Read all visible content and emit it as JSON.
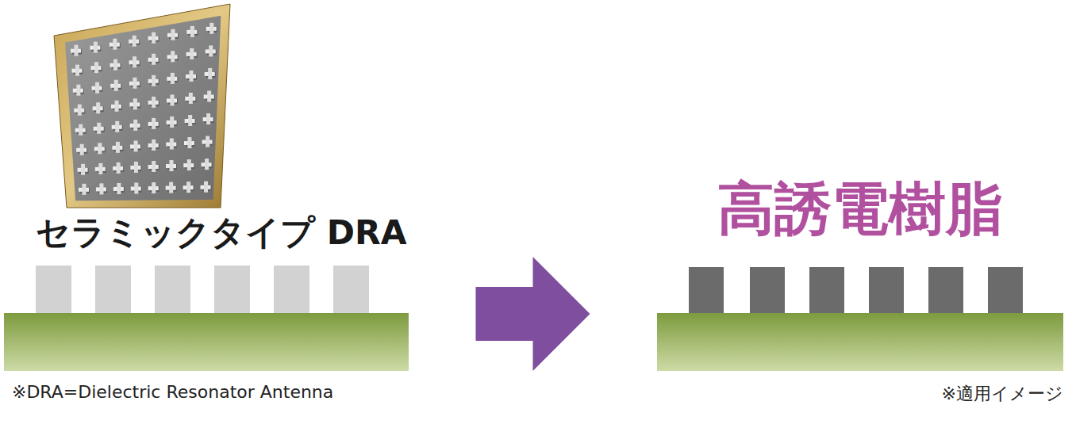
{
  "diagram": {
    "nodes": [
      {
        "text": [
          "セラミックタイプ DRA"
        ]
      },
      {
        "text": [
          "高誘電樹脂"
        ]
      }
    ],
    "edges": [
      {
        "from": 0,
        "to": 1,
        "arrow": "to"
      }
    ],
    "labels": [
      "※DRA=Dielectric Resonator Antenna",
      "※適用イメージ"
    ]
  }
}
